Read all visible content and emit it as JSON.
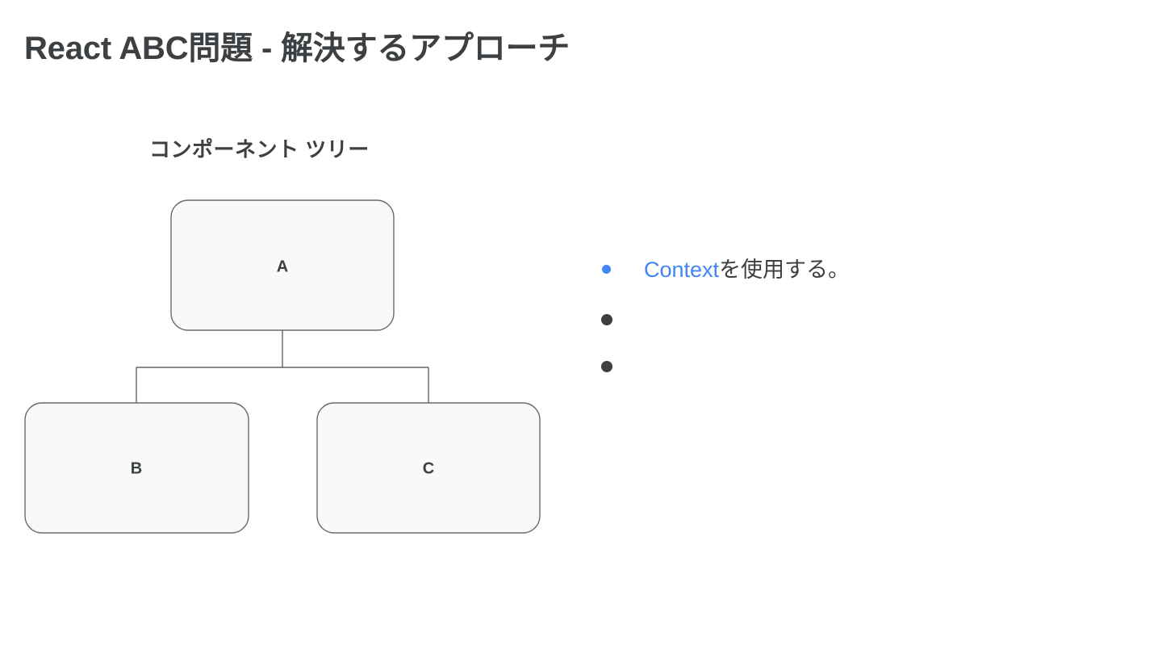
{
  "slide": {
    "title": "React ABC問題 - 解決するアプローチ",
    "background_color": "#ffffff",
    "title_color": "#3c4043"
  },
  "diagram": {
    "title": "コンポーネント ツリー",
    "node_fill": "#f8f9f9",
    "node_border": "#6b6b6b",
    "connector_color": "#5f6368",
    "nodes": [
      {
        "id": "a",
        "label": "A"
      },
      {
        "id": "b",
        "label": "B"
      },
      {
        "id": "c",
        "label": "C"
      }
    ],
    "edges": [
      {
        "from": "A",
        "to": "B"
      },
      {
        "from": "A",
        "to": "C"
      }
    ]
  },
  "bullets": {
    "accent_color": "#4285f4",
    "marker_color": "#3c4043",
    "items": [
      {
        "marker": "blue",
        "accent_text": "Context",
        "text": "を使用する。"
      },
      {
        "marker": "dark",
        "accent_text": "",
        "text": ""
      },
      {
        "marker": "dark",
        "accent_text": "",
        "text": ""
      }
    ]
  }
}
